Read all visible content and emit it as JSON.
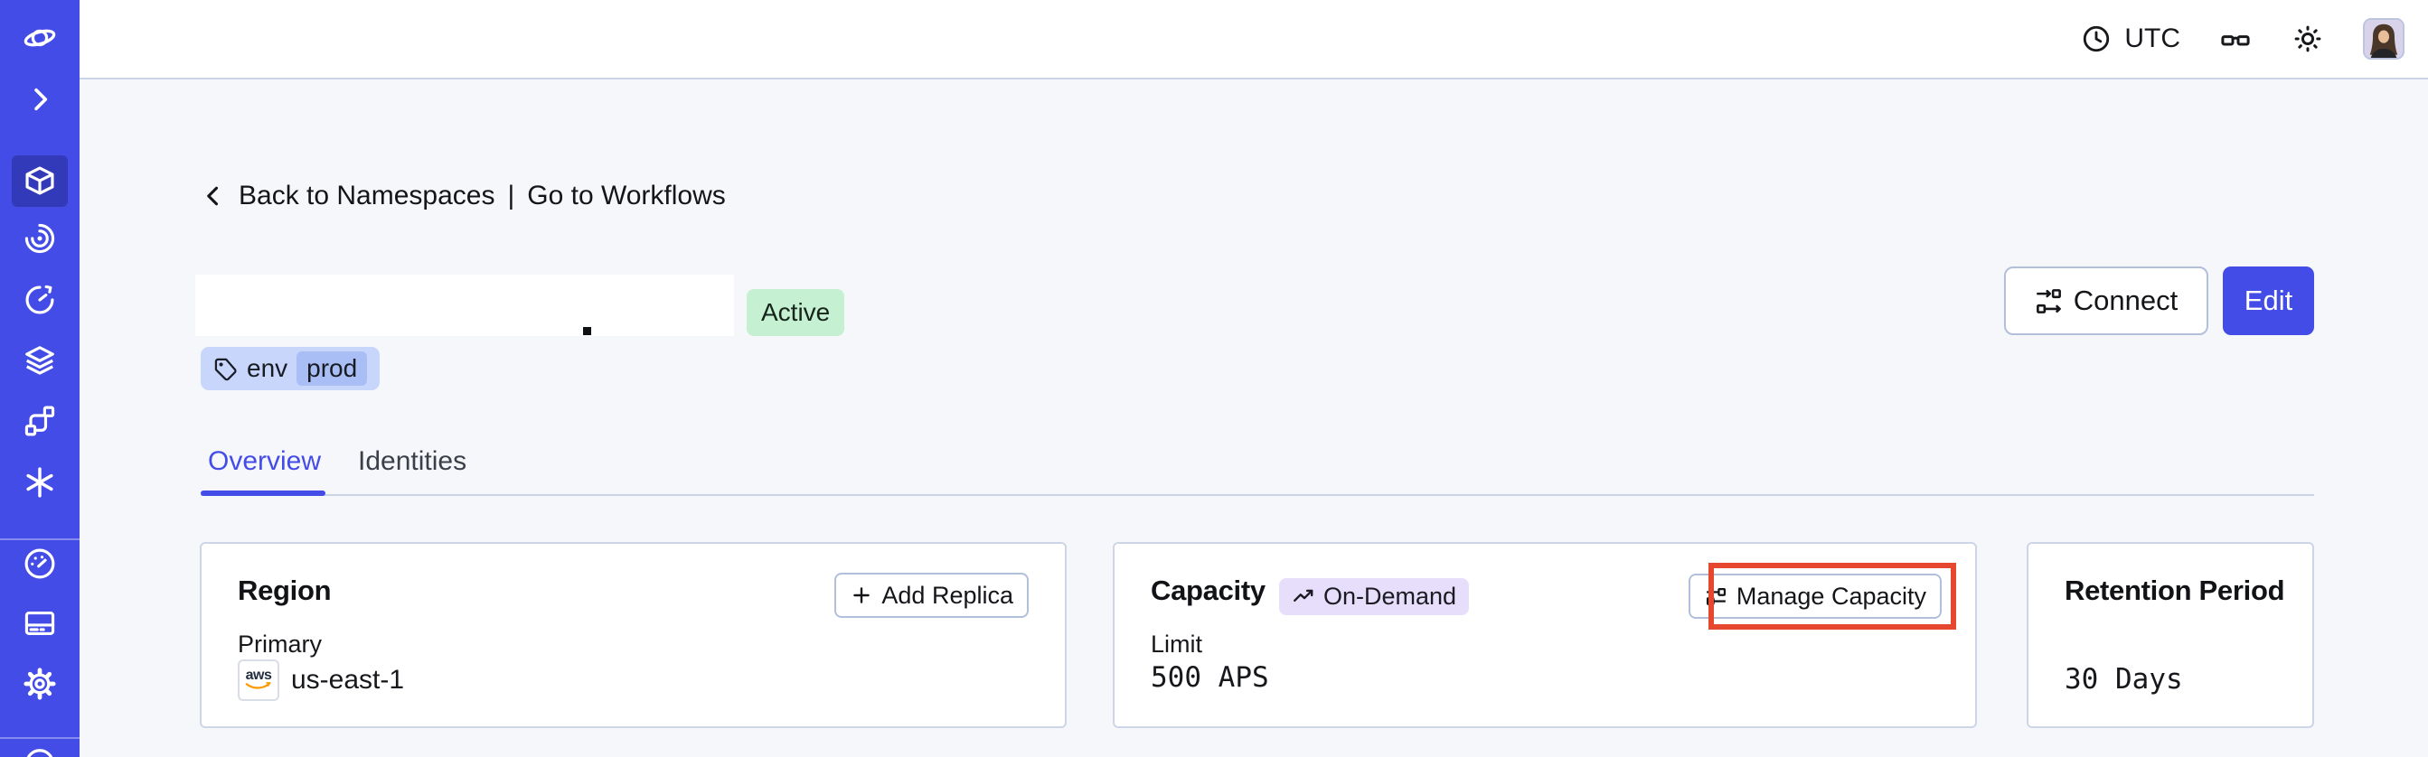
{
  "topbar": {
    "timezone_label": "UTC"
  },
  "breadcrumb": {
    "back_label": "Back to Namespaces",
    "separator": "|",
    "workflows_label": "Go to Workflows"
  },
  "namespace_header": {
    "status_badge": "Active",
    "tag": {
      "key": "env",
      "value": "prod"
    },
    "connect_button": "Connect",
    "edit_button": "Edit"
  },
  "tabs": [
    {
      "label": "Overview"
    },
    {
      "label": "Identities"
    }
  ],
  "cards": {
    "region": {
      "title": "Region",
      "add_replica_button": "Add Replica",
      "primary_label": "Primary",
      "provider_label": "aws",
      "region_value": "us-east-1"
    },
    "capacity": {
      "title": "Capacity",
      "on_demand_badge": "On-Demand",
      "manage_capacity_button": "Manage Capacity",
      "limit_label": "Limit",
      "limit_value": "500 APS"
    },
    "retention": {
      "title": "Retention Period",
      "value": "30 Days"
    }
  },
  "colors": {
    "sidebar": "#444CE7",
    "accent_indigo": "#444CE7",
    "status_active_bg": "#C5F0D1",
    "tag_bg": "#C7D6FA",
    "tag_value_bg": "#A9BEF5",
    "on_demand_bg": "#E6DEFB",
    "annotation_red": "#E5482E",
    "content_bg": "#F6F7FA"
  }
}
